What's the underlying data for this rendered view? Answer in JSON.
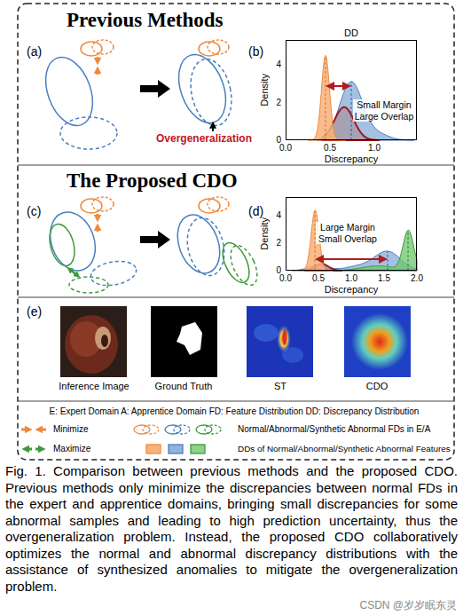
{
  "diagram": {
    "caption": "Fig. 1. Comparison between previous methods and the proposed CDO. Previous methods only minimize the discrepancies between normal FDs in the expert and apprentice domains, bringing small discrepancies for some abnormal samples and leading to high prediction uncertainty, thus the overgeneralization problem. Instead, the proposed CDO collaboratively optimizes the normal and abnormal discrepancy distributions with the assistance of synthesized anomalies to mitigate the overgeneralization problem.",
    "nodes": [
      {
        "text": [
          "Previous Methods"
        ]
      },
      {
        "text": [
          "DD",
          "Small Margin Large Overlap"
        ],
        "in": 0
      },
      {
        "text": [
          "The Proposed CDO"
        ]
      },
      {
        "text": [
          "Large Margin Small Overlap"
        ],
        "in": 2
      }
    ],
    "labels": [
      "(a)",
      "Overgeneralization",
      "(b)",
      "Density",
      "4",
      "2",
      "0",
      "0.0",
      "0.5",
      "1.0",
      "Discrepancy",
      "(c)",
      "(d)",
      "Density",
      "4",
      "2",
      "0",
      "0.0",
      "0.5",
      "1.0",
      "1.5",
      "2.0",
      "Discrepancy",
      "(e)",
      "Inference Image",
      "Ground Truth",
      "ST",
      "CDO",
      "E: Expert Domain A: Apprentice Domain FD: Feature Distribution DD: Discrepancy Distribution",
      "CSDN @岁岁眠东灵"
    ],
    "legend": [
      {
        "text": "Minimize"
      },
      {
        "text": "Normal/Abnormal/Synthetic Abnormal FDs in E/A"
      },
      {
        "text": "Maximize"
      },
      {
        "text": "DDs of Normal/Abnormal/Synthetic Abnormal Features"
      }
    ]
  }
}
